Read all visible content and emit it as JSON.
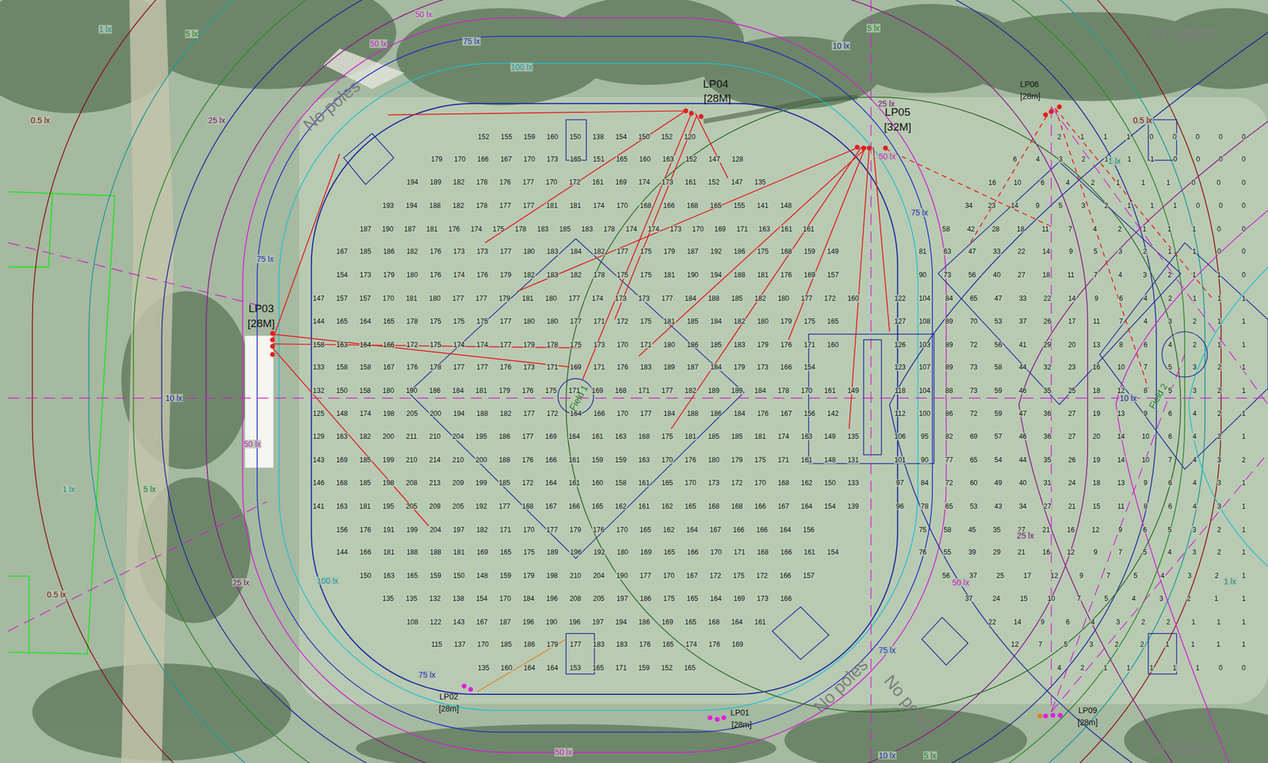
{
  "diagram": {
    "labels": [
      "152",
      "155",
      "159",
      "160",
      "150",
      "138",
      "154",
      "150",
      "152",
      "120",
      "179",
      "170",
      "166",
      "167",
      "170",
      "173",
      "165",
      "151",
      "165",
      "160",
      "163",
      "152",
      "147",
      "128",
      "194",
      "189",
      "182",
      "178",
      "176",
      "177",
      "170",
      "172",
      "161",
      "169",
      "174",
      "173",
      "161",
      "152",
      "147",
      "135",
      "193",
      "194",
      "188",
      "182",
      "178",
      "177",
      "177",
      "181",
      "181",
      "174",
      "170",
      "168",
      "166",
      "168",
      "165",
      "155",
      "141",
      "148",
      "187",
      "190",
      "187",
      "181",
      "176",
      "174",
      "175",
      "178",
      "183",
      "185",
      "183",
      "178",
      "174",
      "174",
      "173",
      "170",
      "169",
      "171",
      "163",
      "161",
      "161",
      "167",
      "185",
      "186",
      "182",
      "176",
      "173",
      "173",
      "177",
      "180",
      "183",
      "184",
      "182",
      "177",
      "175",
      "179",
      "187",
      "192",
      "186",
      "175",
      "168",
      "159",
      "149",
      "154",
      "173",
      "179",
      "180",
      "176",
      "174",
      "176",
      "179",
      "182",
      "183",
      "182",
      "178",
      "175",
      "175",
      "181",
      "190",
      "194",
      "188",
      "181",
      "176",
      "169",
      "157",
      "147",
      "157",
      "157",
      "170",
      "181",
      "180",
      "177",
      "177",
      "179",
      "181",
      "180",
      "177",
      "174",
      "173",
      "173",
      "177",
      "184",
      "188",
      "185",
      "182",
      "180",
      "177",
      "172",
      "160",
      "144",
      "165",
      "164",
      "165",
      "178",
      "175",
      "175",
      "175",
      "177",
      "180",
      "180",
      "177",
      "171",
      "172",
      "175",
      "181",
      "185",
      "184",
      "182",
      "180",
      "179",
      "175",
      "165",
      "158",
      "163",
      "164",
      "166",
      "172",
      "175",
      "174",
      "174",
      "177",
      "179",
      "178",
      "175",
      "173",
      "170",
      "171",
      "180",
      "186",
      "185",
      "183",
      "179",
      "176",
      "171",
      "160",
      "133",
      "158",
      "158",
      "167",
      "176",
      "178",
      "177",
      "177",
      "176",
      "173",
      "171",
      "169",
      "171",
      "176",
      "183",
      "189",
      "187",
      "184",
      "179",
      "173",
      "166",
      "154",
      "132",
      "150",
      "158",
      "180",
      "190",
      "186",
      "184",
      "181",
      "179",
      "176",
      "175",
      "171",
      "169",
      "168",
      "171",
      "177",
      "182",
      "189",
      "189",
      "184",
      "178",
      "170",
      "161",
      "149",
      "125",
      "148",
      "174",
      "198",
      "205",
      "200",
      "194",
      "188",
      "182",
      "177",
      "172",
      "164",
      "166",
      "170",
      "177",
      "184",
      "188",
      "186",
      "184",
      "176",
      "167",
      "156",
      "142",
      "129",
      "163",
      "182",
      "200",
      "211",
      "210",
      "204",
      "195",
      "186",
      "177",
      "169",
      "164",
      "161",
      "163",
      "168",
      "175",
      "181",
      "185",
      "185",
      "181",
      "174",
      "163",
      "149",
      "135",
      "143",
      "169",
      "185",
      "199",
      "210",
      "214",
      "210",
      "200",
      "188",
      "176",
      "166",
      "161",
      "159",
      "159",
      "163",
      "170",
      "176",
      "180",
      "179",
      "175",
      "171",
      "161",
      "148",
      "131",
      "146",
      "168",
      "185",
      "198",
      "208",
      "213",
      "209",
      "199",
      "185",
      "172",
      "164",
      "161",
      "160",
      "158",
      "161",
      "165",
      "170",
      "173",
      "172",
      "170",
      "168",
      "162",
      "150",
      "133",
      "141",
      "163",
      "181",
      "195",
      "205",
      "209",
      "205",
      "192",
      "177",
      "168",
      "167",
      "166",
      "165",
      "162",
      "161",
      "162",
      "165",
      "168",
      "168",
      "166",
      "167",
      "164",
      "154",
      "139",
      "156",
      "176",
      "191",
      "199",
      "204",
      "197",
      "182",
      "171",
      "170",
      "177",
      "179",
      "176",
      "170",
      "165",
      "162",
      "164",
      "167",
      "166",
      "166",
      "164",
      "156",
      "144",
      "166",
      "181",
      "188",
      "188",
      "181",
      "169",
      "165",
      "175",
      "189",
      "196",
      "192",
      "180",
      "169",
      "165",
      "166",
      "170",
      "171",
      "168",
      "166",
      "161",
      "154",
      "150",
      "163",
      "165",
      "159",
      "150",
      "148",
      "159",
      "179",
      "198",
      "210",
      "204",
      "190",
      "177",
      "170",
      "167",
      "172",
      "175",
      "172",
      "166",
      "157",
      "135",
      "135",
      "132",
      "138",
      "154",
      "170",
      "184",
      "196",
      "208",
      "205",
      "197",
      "186",
      "175",
      "165",
      "164",
      "169",
      "173",
      "166",
      "108",
      "122",
      "143",
      "167",
      "187",
      "196",
      "190",
      "196",
      "197",
      "194",
      "186",
      "169",
      "165",
      "168",
      "164",
      "161",
      "115",
      "137",
      "170",
      "185",
      "186",
      "179",
      "177",
      "183",
      "183",
      "176",
      "165",
      "174",
      "176",
      "169",
      "135",
      "160",
      "164",
      "164",
      "153",
      "165",
      "171",
      "159",
      "152",
      "165",
      "2",
      "1",
      "1",
      "1",
      "0",
      "0",
      "0",
      "0",
      "0",
      "6",
      "4",
      "3",
      "2",
      "1",
      "1",
      "1",
      "0",
      "0",
      "0",
      "0",
      "16",
      "10",
      "6",
      "4",
      "2",
      "1",
      "1",
      "1",
      "0",
      "0",
      "0",
      "34",
      "23",
      "14",
      "9",
      "5",
      "3",
      "2",
      "1",
      "1",
      "1",
      "0",
      "0",
      "0",
      "58",
      "42",
      "28",
      "18",
      "11",
      "7",
      "4",
      "2",
      "1",
      "1",
      "1",
      "0",
      "0",
      "81",
      "63",
      "47",
      "33",
      "22",
      "14",
      "9",
      "5",
      "3",
      "2",
      "1",
      "1",
      "0",
      "0",
      "90",
      "73",
      "56",
      "40",
      "27",
      "18",
      "11",
      "7",
      "4",
      "3",
      "2",
      "1",
      "1",
      "0",
      "122",
      "104",
      "84",
      "65",
      "47",
      "33",
      "22",
      "14",
      "9",
      "6",
      "4",
      "2",
      "1",
      "1",
      "1",
      "127",
      "108",
      "89",
      "70",
      "53",
      "37",
      "26",
      "17",
      "11",
      "7",
      "4",
      "3",
      "2",
      "1",
      "1",
      "126",
      "103",
      "89",
      "72",
      "56",
      "41",
      "29",
      "20",
      "13",
      "8",
      "6",
      "4",
      "2",
      "1",
      "1",
      "123",
      "107",
      "89",
      "73",
      "58",
      "44",
      "32",
      "23",
      "16",
      "10",
      "7",
      "5",
      "3",
      "2",
      "1",
      "118",
      "104",
      "88",
      "73",
      "59",
      "46",
      "35",
      "25",
      "18",
      "12",
      "8",
      "5",
      "3",
      "2",
      "1",
      "112",
      "100",
      "86",
      "72",
      "59",
      "47",
      "36",
      "27",
      "19",
      "13",
      "9",
      "6",
      "4",
      "2",
      "1",
      "106",
      "95",
      "82",
      "69",
      "57",
      "46",
      "36",
      "27",
      "20",
      "14",
      "10",
      "6",
      "4",
      "2",
      "1",
      "101",
      "90",
      "77",
      "65",
      "54",
      "44",
      "35",
      "26",
      "19",
      "14",
      "10",
      "7",
      "4",
      "3",
      "2",
      "97",
      "84",
      "72",
      "60",
      "49",
      "40",
      "31",
      "24",
      "18",
      "13",
      "9",
      "6",
      "4",
      "3",
      "1",
      "96",
      "78",
      "65",
      "53",
      "43",
      "34",
      "27",
      "21",
      "15",
      "11",
      "8",
      "6",
      "4",
      "3",
      "1",
      "75",
      "58",
      "45",
      "35",
      "27",
      "21",
      "16",
      "12",
      "9",
      "6",
      "5",
      "3",
      "2",
      "1",
      "76",
      "55",
      "39",
      "29",
      "21",
      "16",
      "12",
      "9",
      "7",
      "5",
      "4",
      "3",
      "2",
      "1",
      "56",
      "37",
      "25",
      "17",
      "12",
      "9",
      "7",
      "5",
      "4",
      "3",
      "2",
      "1",
      "37",
      "24",
      "15",
      "10",
      "7",
      "5",
      "4",
      "3",
      "2",
      "1",
      "1",
      "22",
      "14",
      "9",
      "6",
      "4",
      "3",
      "2",
      "2",
      "1",
      "1",
      "1",
      "12",
      "7",
      "5",
      "3",
      "2",
      "2",
      "1",
      "1",
      "1",
      "1",
      "4",
      "2",
      "1",
      "1",
      "1",
      "1",
      "1",
      "0",
      "0",
      "50 lx",
      "1 lx",
      "5 lx",
      "50 lx",
      "75 lx",
      "100 lx",
      "No poles",
      "10 lx",
      "5 lx",
      "No poles",
      "LP04",
      "[28M]",
      "LP06",
      "[28m]",
      "25 lx",
      "LP05",
      "[32M]",
      "0.5 lx",
      "25 lx",
      "No poles",
      "0.5 lx",
      "50 lx",
      "1 lx",
      "75 lx",
      "75 lx",
      "LP03",
      "[28M]",
      "10 lx",
      "Field 1",
      "10 lx",
      "Field 2",
      "50 lx",
      "1 lx",
      "5 lx",
      "25 lx",
      "25 lx",
      "100 lx",
      "50 lx",
      "1 lx",
      "0.5 lx",
      "75 lx",
      "75 lx",
      "No poles",
      "No poles",
      "LP02",
      "[28m]",
      "LP01",
      "[28m]",
      "LP09",
      "[28m]",
      "50 lx",
      "10 lx",
      "5 lx",
      "No poles"
    ]
  }
}
